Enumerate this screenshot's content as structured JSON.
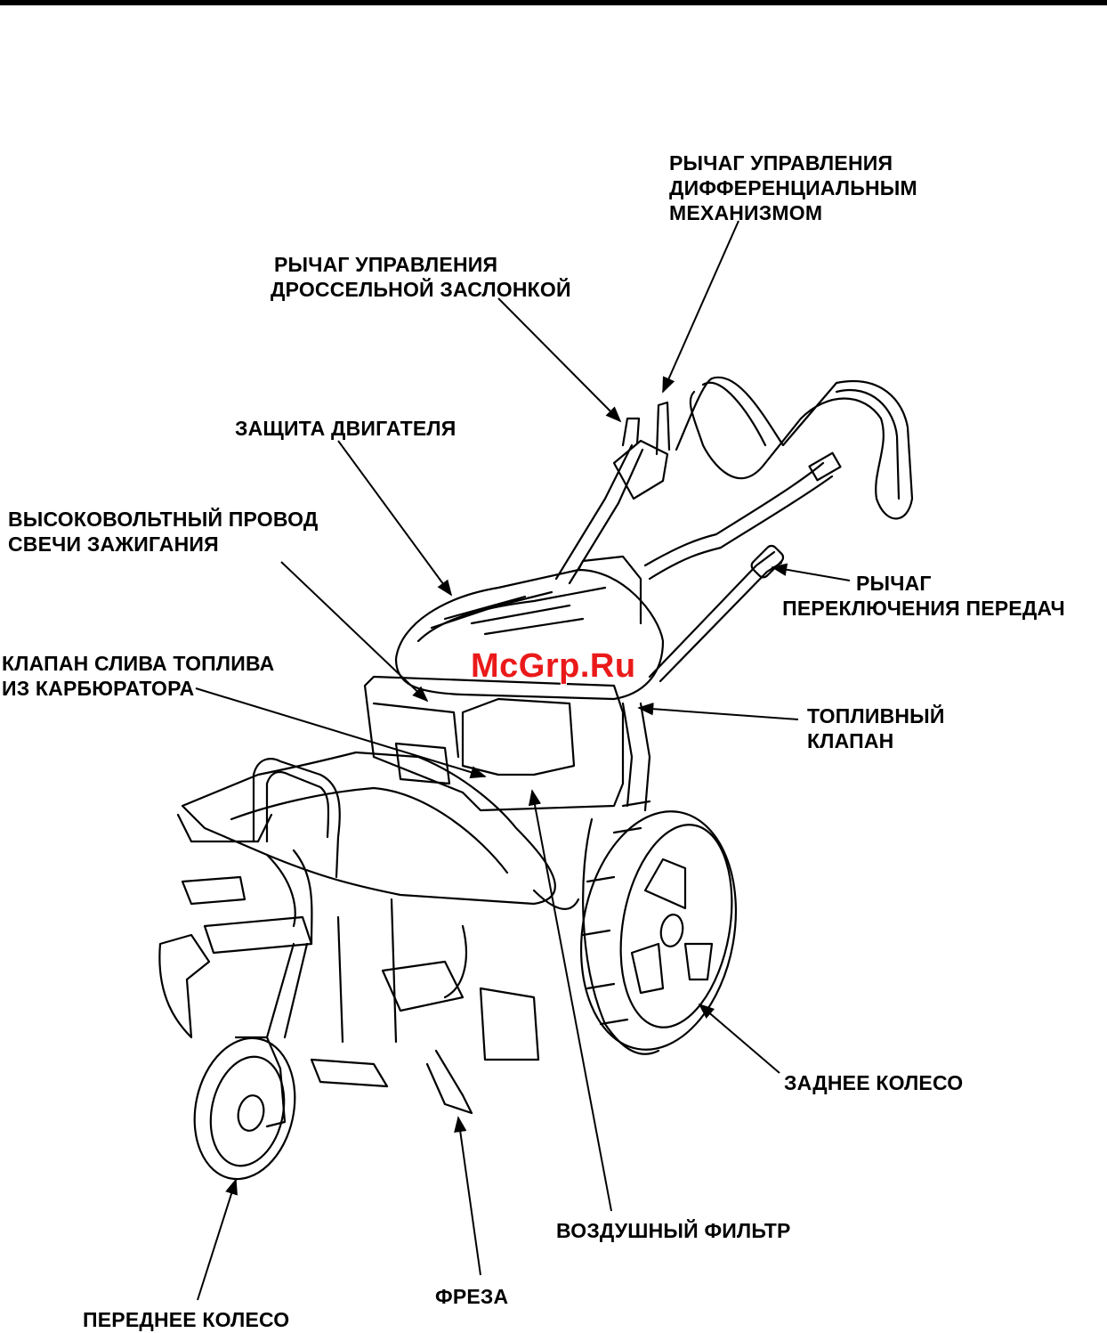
{
  "labels": {
    "diff_lever": [
      "РЫЧАГ УПРАВЛЕНИЯ",
      "ДИФФЕРЕНЦИАЛЬНЫМ",
      "МЕХАНИЗМОМ"
    ],
    "throttle_lever": [
      "РЫЧАГ УПРАВЛЕНИЯ",
      "ДРОССЕЛЬНОЙ ЗАСЛОНКОЙ"
    ],
    "engine_guard": [
      "ЗАЩИТА ДВИГАТЕЛЯ"
    ],
    "spark_wire": [
      "ВЫСОКОВОЛЬТНЫЙ ПРОВОД",
      "СВЕЧИ ЗАЖИГАНИЯ"
    ],
    "gear_lever": [
      "РЫЧАГ",
      "ПЕРЕКЛЮЧЕНИЯ ПЕРЕДАЧ"
    ],
    "carb_drain": [
      "КЛАПАН СЛИВА ТОПЛИВА",
      "ИЗ КАРБЮРАТОРА"
    ],
    "fuel_valve": [
      "ТОПЛИВНЫЙ",
      "КЛАПАН"
    ],
    "rear_wheel": [
      "ЗАДНЕЕ КОЛЕСО"
    ],
    "air_filter": [
      "ВОЗДУШНЫЙ ФИЛЬТР"
    ],
    "tiller": [
      "ФРЕЗА"
    ],
    "front_wheel": [
      "ПЕРЕДНЕЕ КОЛЕСО"
    ]
  },
  "watermark": "McGrp.Ru"
}
